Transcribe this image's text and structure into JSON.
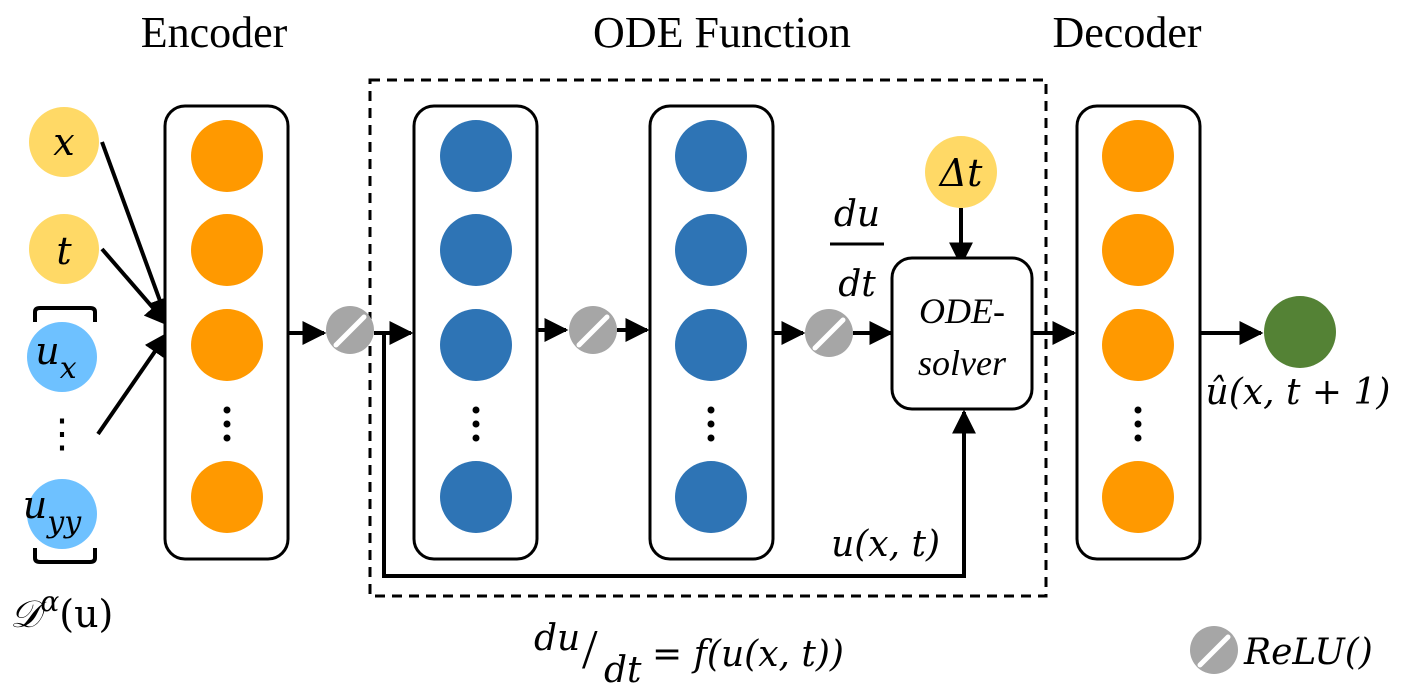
{
  "headings": {
    "encoder": "Encoder",
    "ode_function": "ODE Function",
    "decoder": "Decoder"
  },
  "inputs": {
    "x": "x",
    "t": "t",
    "ux_base": "u",
    "ux_sub": "x",
    "vdots": "⋮",
    "uyy_base": "u",
    "uyy_sub": "yy",
    "deriv_set": "𝒟",
    "deriv_sup": "α",
    "deriv_arg": "(u)"
  },
  "solver": {
    "line1": "ODE-",
    "line2": "solver",
    "delta_t": "Δt"
  },
  "labels": {
    "du": "du",
    "dt": "dt",
    "u_xt": "u(x, t)",
    "u_hat": "û(x, t + 1)",
    "equation_du": "du",
    "equation_slash": "/",
    "equation_dt": "dt",
    "equation_rhs": "= f(u(x, t))",
    "legend_relu": "ReLU()"
  },
  "colors": {
    "input_yellow": "#FFD966",
    "input_blue": "#6EC1FF",
    "encoder_orange": "#FF9900",
    "ode_blue": "#2E74B5",
    "output_green": "#548235",
    "relu_gray": "#A6A6A6"
  }
}
